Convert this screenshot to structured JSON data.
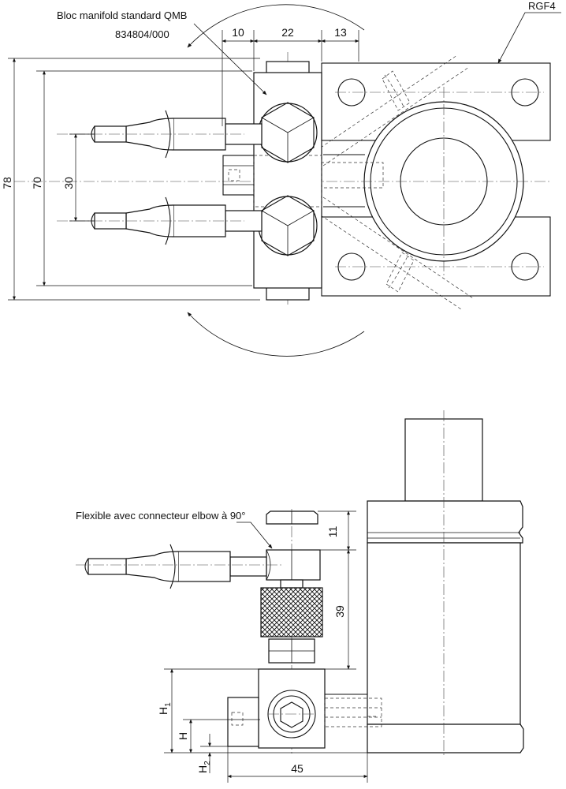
{
  "top_view": {
    "label_bloc_line1": "Bloc manifold standard QMB",
    "label_bloc_line2": "834804/000",
    "label_rgf": "RGF4",
    "dim_10": "10",
    "dim_22": "22",
    "dim_13": "13",
    "dim_78": "78",
    "dim_70": "70",
    "dim_30": "30"
  },
  "side_view": {
    "label_flexible": "Flexible avec connecteur elbow à 90°",
    "dim_11": "11",
    "dim_39": "39",
    "dim_h1_main": "H",
    "dim_h1_sub": "1",
    "dim_h": "H",
    "dim_h2_main": "H",
    "dim_h2_sub": "2",
    "dim_45": "45"
  }
}
